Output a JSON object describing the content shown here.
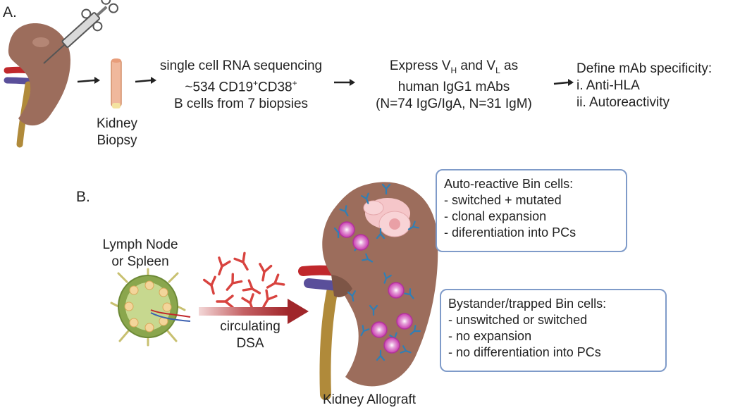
{
  "panel_a": {
    "label": "A.",
    "biopsy_caption": [
      "Kidney",
      "Biopsy"
    ],
    "step_sequencing": {
      "line1": "single cell RNA sequencing",
      "line2_pre": "~534 CD19",
      "line2_sup1": "+",
      "line2_mid": "CD38",
      "line2_sup2": "+",
      "line3": "B cells from 7 biopsies"
    },
    "step_express": {
      "line1_a": "Express V",
      "line1_sub1": "H",
      "line1_b": " and V",
      "line1_sub2": "L",
      "line1_c": " as",
      "line2": "human IgG1 mAbs",
      "line3": "(N=74 IgG/IgA, N=31 IgM)"
    },
    "step_define": {
      "title": "Define mAb specificity:",
      "items": [
        "i.  Anti-HLA",
        "ii.  Autoreactivity"
      ]
    }
  },
  "panel_b": {
    "label": "B.",
    "source_caption": [
      "Lymph Node",
      "or Spleen"
    ],
    "arrow_caption": [
      "circulating",
      "DSA"
    ],
    "allograft_caption": "Kidney Allograft",
    "box_autoreactive": {
      "title": "Auto-reactive Bin cells:",
      "items": [
        "-  switched + mutated",
        "-  clonal expansion",
        "-  diferentiation into PCs"
      ]
    },
    "box_bystander": {
      "title": "Bystander/trapped Bin cells:",
      "items": [
        "- unswitched or switched",
        "- no expansion",
        "- no differentiation into PCs"
      ]
    }
  },
  "colors": {
    "kidney": "#9c6d5c",
    "ureter": "#b08a3a",
    "artery": "#c0282c",
    "vein": "#5a4f9a",
    "antibody_red": "#d8433f",
    "antibody_blue": "#2f7fb5",
    "b_cell": "#c83ab0",
    "box_border": "#7f9bc9",
    "dsa_arrow": "#a0262a"
  }
}
